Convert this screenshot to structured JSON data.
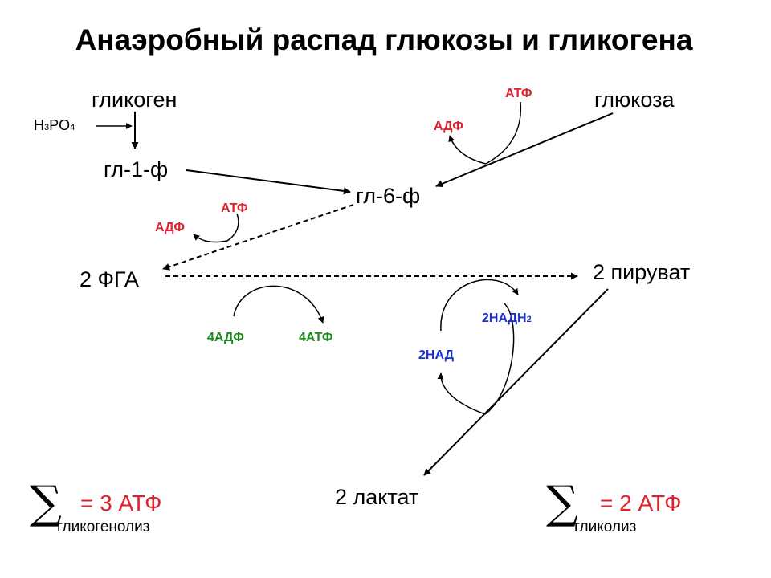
{
  "title": "Анаэробный распад глюкозы и гликогена",
  "nodes": {
    "glycogen": "гликоген",
    "glucose": "глюкоза",
    "g1p": "гл-1-ф",
    "g6p": "гл-6-ф",
    "fga": "2 ФГА",
    "pyruvate": "2 пируват",
    "lactate": "2 лактат"
  },
  "phosphate": {
    "main": "H",
    "sub1": "3",
    "mid": "PO",
    "sub2": "4"
  },
  "cofactors": {
    "atp_glucose": "АТФ",
    "adp_glucose": "АДФ",
    "atp_f6p": "АТФ",
    "adp_f6p": "АДФ",
    "adp4": "4АДФ",
    "atp4": "4АТФ",
    "nadh2_main": "2НАДН",
    "nadh2_sub": "2",
    "nad": "2НАД"
  },
  "summary": {
    "left": {
      "sigma": "∑",
      "equation": "= 3 АТФ",
      "label": "гликогенолиз"
    },
    "right": {
      "sigma": "∑",
      "equation": "= 2 АТФ",
      "label": "гликолиз"
    }
  },
  "colors": {
    "text": "#000000",
    "atp_adp_red": "#e0202a",
    "green": "#1a8a1a",
    "nad_blue": "#1a2fd0"
  }
}
